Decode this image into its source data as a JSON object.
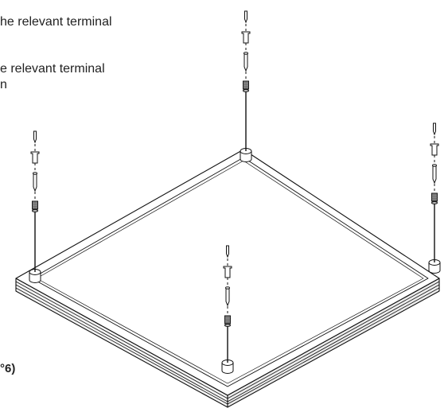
{
  "text_fragments": {
    "line1": "he relevant terminal",
    "line2": "e relevant terminal",
    "line3": "n",
    "footnote": "°6)"
  },
  "diagram": {
    "stroke_color": "#111111",
    "screw_color": "#8a8a8a",
    "panel_color": "#ffffff",
    "fastener_stack_count": 4,
    "fastener_parts": [
      "pin",
      "cap",
      "screw",
      "threaded-insert"
    ]
  }
}
